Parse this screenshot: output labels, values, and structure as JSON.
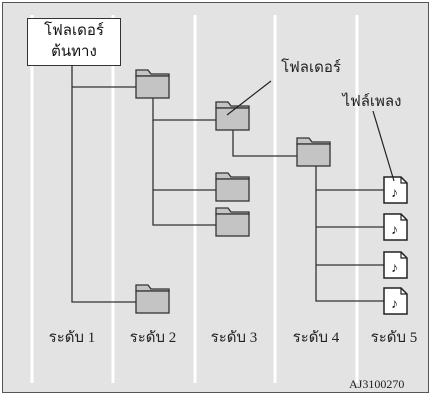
{
  "diagram": {
    "root_label_line1": "โฟลเดอร์",
    "root_label_line2": "ต้นทาง",
    "folder_callout": "โฟลเดอร์",
    "music_callout": "ไฟล์เพลง",
    "levels": [
      "ระดับ 1",
      "ระดับ 2",
      "ระดับ 3",
      "ระดับ 4",
      "ระดับ 5"
    ],
    "figure_code": "AJ3100270",
    "music_glyph": "♪",
    "colors": {
      "background": "#e3e3e3",
      "folder_fill": "#c4c4c4",
      "column_divider": "#ffffff",
      "line": "#333333"
    }
  }
}
